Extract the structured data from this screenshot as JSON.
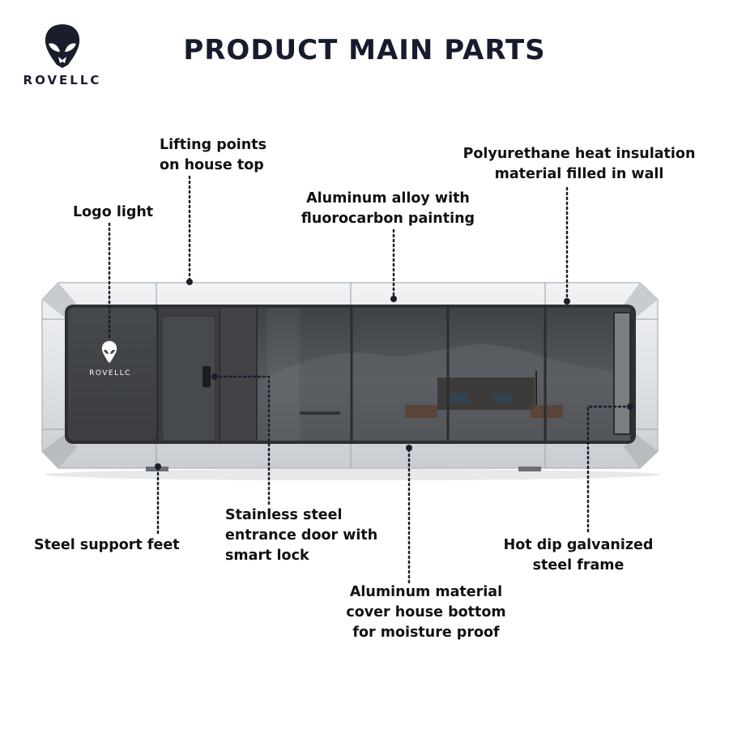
{
  "brand": {
    "name": "ROVELLC",
    "logo_icon": "alien-head-icon"
  },
  "title": "PRODUCT MAIN PARTS",
  "house_badge": "ROVELLC",
  "labels": {
    "lifting_points": [
      "Lifting points",
      "on house top"
    ],
    "polyurethane": [
      "Polyurethane heat insulation",
      "material filled in wall"
    ],
    "aluminum_alloy": [
      "Aluminum alloy with",
      "fluorocarbon painting"
    ],
    "logo_light": [
      "Logo light"
    ],
    "steel_door": [
      "Stainless steel",
      "entrance door with",
      "smart lock"
    ],
    "support_feet": [
      "Steel support feet"
    ],
    "galvanized_frame": [
      "Hot dip galvanized",
      "steel frame"
    ],
    "aluminum_bottom": [
      "Aluminum material",
      "cover house bottom",
      "for moisture proof"
    ]
  },
  "colors": {
    "title": "#171b2e",
    "shell": "#dfe2e6",
    "glass": "#4a4d52",
    "leader": "#1a1d2b"
  }
}
